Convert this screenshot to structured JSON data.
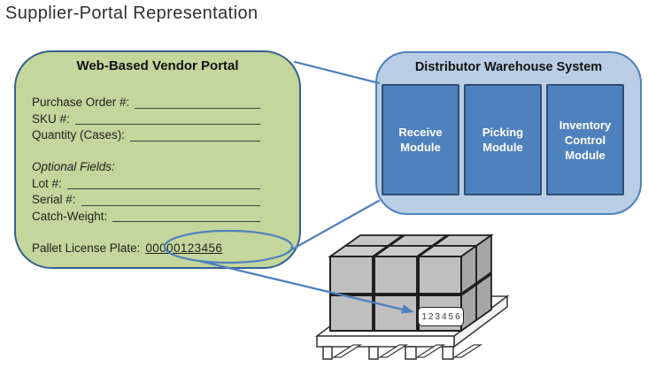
{
  "page_title": "Supplier-Portal Representation",
  "vendor_portal": {
    "title": "Web-Based Vendor Portal",
    "fields": [
      {
        "label": "Purchase Order #:"
      },
      {
        "label": "SKU #:"
      },
      {
        "label": "Quantity (Cases):"
      }
    ],
    "optional_heading": "Optional Fields:",
    "optional_fields": [
      {
        "label": "Lot #:"
      },
      {
        "label": "Serial #:"
      },
      {
        "label": "Catch-Weight:"
      }
    ],
    "license_plate_label": "Pallet License Plate:",
    "license_plate_value": "00000123456"
  },
  "warehouse_system": {
    "title": "Distributor Warehouse System",
    "modules": [
      {
        "label": "Receive Module"
      },
      {
        "label": "Picking Module"
      },
      {
        "label": "Inventory Control Module"
      }
    ]
  },
  "pallet": {
    "license_plate_value": "123456"
  },
  "colors": {
    "portal_fill": "#c3d69b",
    "portal_border": "#35618e",
    "warehouse_fill": "#b9cde5",
    "warehouse_border": "#4f81bd",
    "module_fill": "#4f81bd",
    "module_border": "#2e4d73",
    "connector_blue": "#4f81bd",
    "carton_front": "#bfbfbf",
    "carton_top": "#cbcbcb",
    "carton_side": "#a6a6a6"
  }
}
